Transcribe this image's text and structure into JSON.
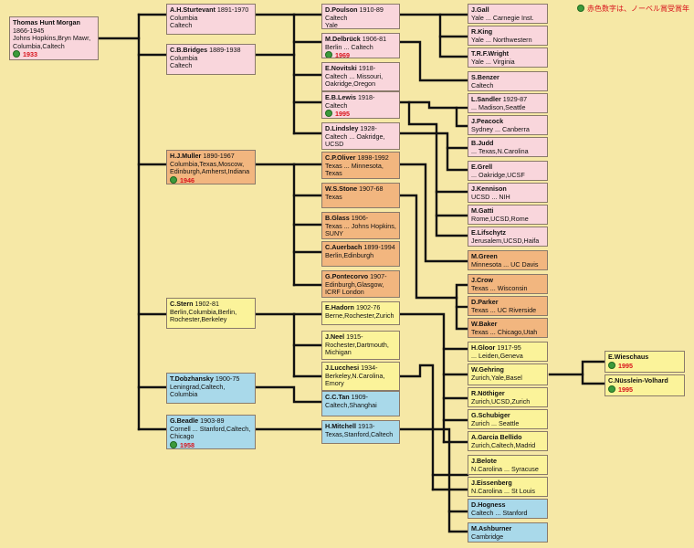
{
  "legend": "赤色数字は、ノーベル賞受賞年",
  "colors": {
    "pink": "#f9d6dc",
    "orange": "#f2b67f",
    "yellow": "#fbf39a",
    "blue": "#a9d9ea",
    "award": "#d8141c",
    "line": "#111111"
  },
  "nodes": {
    "morgan": {
      "name": "Thomas Hunt Morgan",
      "lines": [
        "1866-1945",
        "Johns Hopkins,Bryn Mawr,",
        "Columbia,Caltech"
      ],
      "award": "1933"
    },
    "sturtevant": {
      "name": "A.H.Sturtevant",
      "years": " 1891-1970",
      "lines": [
        "Columbia",
        "Caltech"
      ]
    },
    "bridges": {
      "name": "C.B.Bridges",
      "years": " 1889-1938",
      "lines": [
        "Columbia",
        "Caltech"
      ]
    },
    "muller": {
      "name": "H.J.Muller",
      "years": " 1890-1967",
      "lines": [
        "Columbia,Texas,Moscow,",
        "Edinburgh,Amherst,Indiana"
      ],
      "award": "1946"
    },
    "stern": {
      "name": "C.Stern",
      "years": " 1902-81",
      "lines": [
        "Berlin,Columbia,Berlin,",
        "Rochester,Berkeley"
      ]
    },
    "dobzhansky": {
      "name": "T.Dobzhansky",
      "years": " 1900-75",
      "lines": [
        "Leningrad,Caltech,",
        "Columbia"
      ]
    },
    "beadle": {
      "name": "G.Beadle",
      "years": " 1903-89",
      "lines": [
        "Cornell ... Stanford,Caltech,",
        "Chicago"
      ],
      "award": "1958"
    },
    "poulson": {
      "name": "D.Poulson",
      "years": " 1910-89",
      "lines": [
        "Caltech",
        "Yale"
      ]
    },
    "delbruck": {
      "name": "M.Delbrück",
      "years": " 1906-81",
      "lines": [
        "Berlin ... Caltech"
      ],
      "award": "1969"
    },
    "novitski": {
      "name": "E.Novitski",
      "years": " 1918-",
      "lines": [
        "Caltech ... Missouri,",
        "Oakridge,Oregon"
      ]
    },
    "lewis": {
      "name": "E.B.Lewis",
      "years": " 1918-",
      "lines": [
        "Caltech"
      ],
      "award": "1995"
    },
    "lindsley": {
      "name": "D.Lindsley",
      "years": " 1928-",
      "lines": [
        "Caltech ... Oakridge,",
        "UCSD"
      ]
    },
    "oliver": {
      "name": "C.P.Oliver",
      "years": " 1898-1992",
      "lines": [
        "Texas ... Minnesota,",
        "Texas"
      ]
    },
    "stone": {
      "name": "W.S.Stone",
      "years": " 1907-68",
      "lines": [
        "Texas"
      ]
    },
    "glass": {
      "name": "B.Glass",
      "years": " 1906-",
      "lines": [
        "Texas ... Johns Hopkins,",
        "SUNY"
      ]
    },
    "auerbach": {
      "name": "C.Auerbach",
      "years": " 1899-1994",
      "lines": [
        "Berlin,Edinburgh"
      ]
    },
    "pontecorvo": {
      "name": "G.Pontecorvo",
      "years": " 1907-",
      "lines": [
        "Edinburgh,Glasgow,",
        "ICRF London"
      ]
    },
    "hadorn": {
      "name": "E.Hadorn",
      "years": " 1902-76",
      "lines": [
        "Berne,Rochester,Zurich"
      ]
    },
    "neel": {
      "name": "J.Neel",
      "years": " 1915-",
      "lines": [
        "Rochester,Dartmouth,",
        "Michigan"
      ]
    },
    "lucchesi": {
      "name": "J.Lucchesi",
      "years": " 1934-",
      "lines": [
        "Berkeley,N.Carolina,",
        "Emory"
      ]
    },
    "tan": {
      "name": "C.C.Tan",
      "years": " 1909-",
      "lines": [
        "Caltech,Shanghai"
      ]
    },
    "mitchell": {
      "name": "H.Mitchell",
      "years": " 1913-",
      "lines": [
        "Texas,Stanford,Caltech"
      ]
    },
    "gall": {
      "name": "J.Gall",
      "years": "",
      "lines": [
        "Yale ... Carnegie Inst."
      ]
    },
    "king": {
      "name": "R.King",
      "years": "",
      "lines": [
        "Yale ... Northwestern"
      ]
    },
    "wright": {
      "name": "T.R.F.Wright",
      "years": "",
      "lines": [
        "Yale ... Virginia"
      ]
    },
    "benzer": {
      "name": "S.Benzer",
      "years": "",
      "lines": [
        "Caltech"
      ]
    },
    "sandler": {
      "name": "L.Sandler",
      "years": " 1929-87",
      "lines": [
        "... Madison,Seattle"
      ]
    },
    "peacock": {
      "name": "J.Peacock",
      "years": "",
      "lines": [
        "Sydney ... Canberra"
      ]
    },
    "judd": {
      "name": "B.Judd",
      "years": "",
      "lines": [
        "... Texas,N.Carolina"
      ]
    },
    "grell": {
      "name": "E.Grell",
      "years": "",
      "lines": [
        "... Oakridge,UCSF"
      ]
    },
    "kennison": {
      "name": "J.Kennison",
      "years": "",
      "lines": [
        "UCSD ... NIH"
      ]
    },
    "gatti": {
      "name": "M.Gatti",
      "years": "",
      "lines": [
        "Rome,UCSD,Rome"
      ]
    },
    "lifschytz": {
      "name": "E.Lifschytz",
      "years": "",
      "lines": [
        "Jerusalem,UCSD,Haifa"
      ]
    },
    "green": {
      "name": "M.Green",
      "years": "",
      "lines": [
        "Minnesota ... UC Davis"
      ]
    },
    "crow": {
      "name": "J.Crow",
      "years": "",
      "lines": [
        "Texas ... Wisconsin"
      ]
    },
    "parker": {
      "name": "D.Parker",
      "years": "",
      "lines": [
        "Texas ... UC Riverside"
      ]
    },
    "baker": {
      "name": "W.Baker",
      "years": "",
      "lines": [
        "Texas ... Chicago,Utah"
      ]
    },
    "gloor": {
      "name": "H.Gloor",
      "years": " 1917-95",
      "lines": [
        "... Leiden,Geneva"
      ]
    },
    "gehring": {
      "name": "W.Gehring",
      "years": "",
      "lines": [
        "Zurich,Yale,Basel"
      ]
    },
    "nothiger": {
      "name": "R.Nöthiger",
      "years": "",
      "lines": [
        "Zurich,UCSD,Zurich"
      ]
    },
    "schubiger": {
      "name": "G.Schubiger",
      "years": "",
      "lines": [
        "Zurich ... Seattle"
      ]
    },
    "garcia": {
      "name": "A.Garcia Bellido",
      "years": "",
      "lines": [
        "Zurich,Caltech,Madrid"
      ]
    },
    "belote": {
      "name": "J.Belote",
      "years": "",
      "lines": [
        "N.Carolina ... Syracuse"
      ]
    },
    "eissenberg": {
      "name": "J.Eissenberg",
      "years": "",
      "lines": [
        "N.Carolina ... St Louis"
      ]
    },
    "hogness": {
      "name": "D.Hogness",
      "years": "",
      "lines": [
        "Caltech ... Stanford"
      ]
    },
    "ashburner": {
      "name": "M.Ashburner",
      "years": "",
      "lines": [
        "Cambridge"
      ]
    },
    "wieschaus": {
      "name": "E.Wieschaus",
      "years": "",
      "lines": [],
      "award": "1995"
    },
    "nusslein": {
      "name": "C.Nüsslein-Volhard",
      "years": "",
      "lines": [],
      "award": "1995"
    }
  }
}
